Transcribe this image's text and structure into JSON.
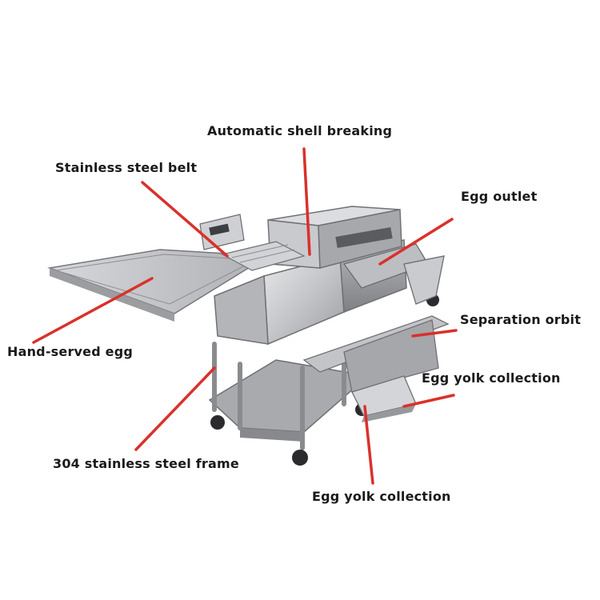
{
  "diagram": {
    "subject": "egg breaking and separating machine",
    "leader_line_color": "#d9312b",
    "labels": {
      "automatic_shell_breaking": "Automatic shell breaking",
      "stainless_steel_belt": "Stainless steel belt",
      "egg_outlet": "Egg outlet",
      "separation_orbit": "Separation orbit",
      "hand_served_egg": "Hand-served egg",
      "egg_yolk_collection_right": "Egg yolk collection",
      "frame_304": "304 stainless steel frame",
      "egg_yolk_collection_bottom": "Egg yolk collection"
    }
  }
}
